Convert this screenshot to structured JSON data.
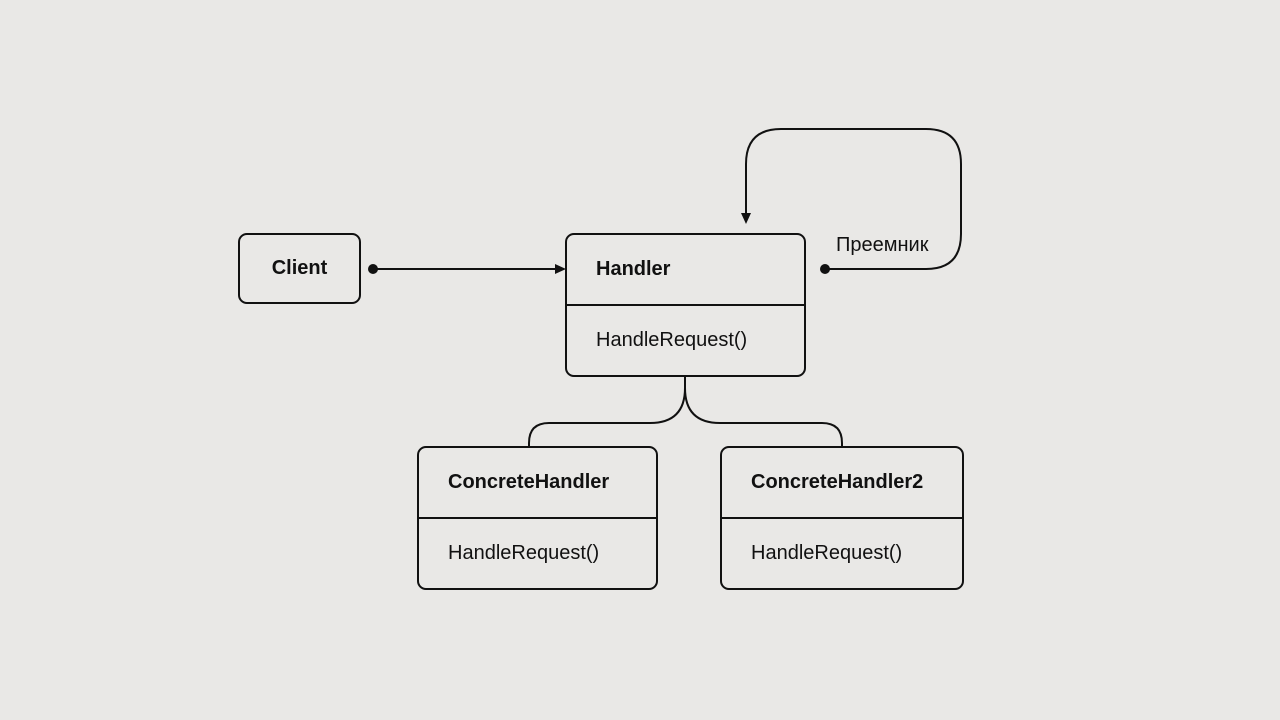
{
  "diagram": {
    "client": {
      "title": "Client"
    },
    "handler": {
      "title": "Handler",
      "method": "HandleRequest()"
    },
    "concrete_handler_1": {
      "title": "ConcreteHandler",
      "method": "HandleRequest()"
    },
    "concrete_handler_2": {
      "title": "ConcreteHandler2",
      "method": "HandleRequest()"
    },
    "successor_label": "Преемник"
  },
  "colors": {
    "background": "#e9e8e6",
    "stroke": "#111111"
  }
}
